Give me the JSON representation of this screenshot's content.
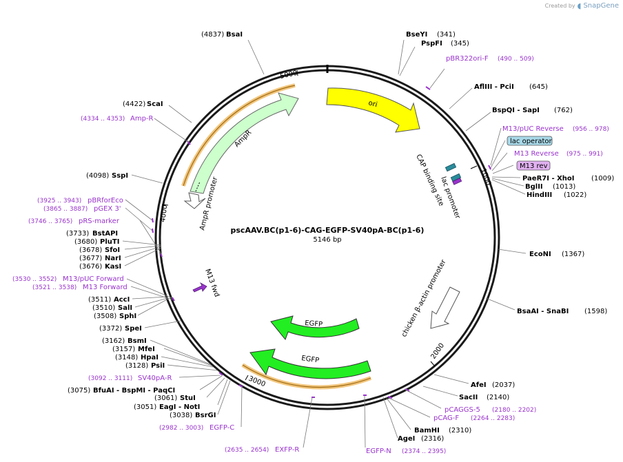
{
  "credit": {
    "prefix": "Created by",
    "name": "SnapGene"
  },
  "plasmid": {
    "name": "pscAAV.BC(p1-6)-CAG-EGFP-SV40pA-BC(p1-6)",
    "size": "5146 bp"
  },
  "ticks": [
    "1000",
    "2000",
    "3000",
    "4000",
    "5000"
  ],
  "features": {
    "ori": "ori",
    "ampr": "AmpR",
    "ampr_promoter": "AmpR promoter",
    "m13_fwd": "M13 fwd",
    "egfp_inner": "EGFP",
    "egfp_outer": "EGFP",
    "chicken_promoter": "chicken β-actin promoter",
    "cap_site": "CAP binding site",
    "lac_promoter": "lac promoter",
    "lac_operator": "lac operator",
    "m13_rev": "M13 rev"
  },
  "sites": [
    {
      "name": "BsaI",
      "pos": "(4837)"
    },
    {
      "name": "BseYI",
      "pos": "(341)"
    },
    {
      "name": "PspFI",
      "pos": "(345)"
    },
    {
      "name": "AflIII  - PciI",
      "pos": "(645)"
    },
    {
      "name": "BspQI  - SapI",
      "pos": "(762)"
    },
    {
      "name": "PaeR7I  - XhoI",
      "pos": "(1009)"
    },
    {
      "name": "BglII",
      "pos": "(1013)"
    },
    {
      "name": "HindIII",
      "pos": "(1022)"
    },
    {
      "name": "EcoNI",
      "pos": "(1367)"
    },
    {
      "name": "BsaAI  - SnaBI",
      "pos": "(1598)"
    },
    {
      "name": "AfeI",
      "pos": "(2037)"
    },
    {
      "name": "SacII",
      "pos": "(2140)"
    },
    {
      "name": "BamHI",
      "pos": "(2310)"
    },
    {
      "name": "AgeI",
      "pos": "(2316)"
    },
    {
      "name": "ScaI",
      "pos": "(4422)"
    },
    {
      "name": "SspI",
      "pos": "(4098)"
    },
    {
      "name": "BstAPI",
      "pos": "(3733)"
    },
    {
      "name": "PluTI",
      "pos": "(3680)"
    },
    {
      "name": "SfoI",
      "pos": "(3678)"
    },
    {
      "name": "NarI",
      "pos": "(3677)"
    },
    {
      "name": "KasI",
      "pos": "(3676)"
    },
    {
      "name": "AccI",
      "pos": "(3511)"
    },
    {
      "name": "SalI",
      "pos": "(3510)"
    },
    {
      "name": "SphI",
      "pos": "(3508)"
    },
    {
      "name": "SpeI",
      "pos": "(3372)"
    },
    {
      "name": "BsmI",
      "pos": "(3162)"
    },
    {
      "name": "MfeI",
      "pos": "(3157)"
    },
    {
      "name": "HpaI",
      "pos": "(3148)"
    },
    {
      "name": "PsiI",
      "pos": "(3128)"
    },
    {
      "name": "BfuAI  - BspMI  - PaqCI",
      "pos": "(3075)"
    },
    {
      "name": "StuI",
      "pos": "(3061)"
    },
    {
      "name": "EagI  - NotI",
      "pos": "(3051)"
    },
    {
      "name": "BsrGI",
      "pos": "(3038)"
    }
  ],
  "primers": [
    {
      "name": "pBR322ori-F",
      "range": "(490 .. 509)"
    },
    {
      "name": "M13/pUC Reverse",
      "range": "(956 .. 978)"
    },
    {
      "name": "M13 Reverse",
      "range": "(975 .. 991)"
    },
    {
      "name": "pCAGGS-5",
      "range": "(2180 .. 2202)"
    },
    {
      "name": "pCAG-F",
      "range": "(2264 .. 2283)"
    },
    {
      "name": "EGFP-N",
      "range": "(2374 .. 2395)"
    },
    {
      "name": "EXFP-R",
      "range": "(2635 .. 2654)"
    },
    {
      "name": "EGFP-C",
      "range": "(2982 .. 3003)"
    },
    {
      "name": "SV40pA-R",
      "range": "(3092 .. 3111)"
    },
    {
      "name": "M13 Forward",
      "range": "(3521 .. 3538)"
    },
    {
      "name": "M13/pUC Forward",
      "range": "(3530 .. 3552)"
    },
    {
      "name": "pRS-marker",
      "range": "(3746 .. 3765)"
    },
    {
      "name": "pGEX 3'",
      "range": "(3865 .. 3887)"
    },
    {
      "name": "pBRforEco",
      "range": "(3925 .. 3943)"
    },
    {
      "name": "Amp-R",
      "range": "(4334 .. 4353)"
    }
  ],
  "colors": {
    "ori": "#ffff00",
    "ampr": "#ccffcc",
    "egfp": "#22ee22",
    "primer": "#9933cc",
    "highlight": "#f0c070",
    "lac_operator": "#a8d8e8",
    "m13_rev": "#e0b0f0"
  }
}
